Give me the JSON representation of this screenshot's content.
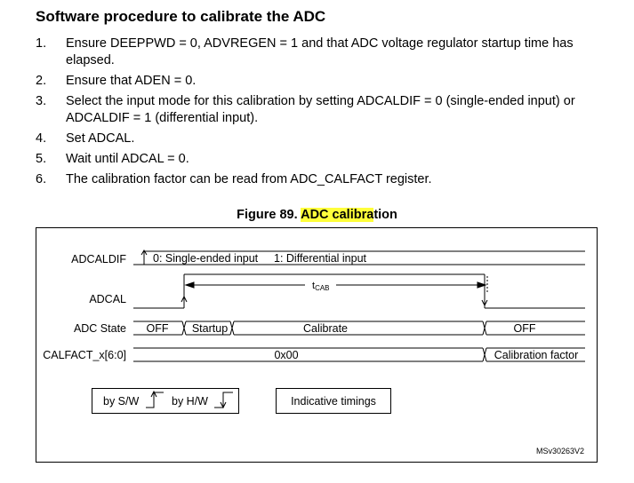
{
  "section_title": "Software procedure to calibrate the ADC",
  "steps": [
    {
      "num": "1.",
      "text": "Ensure DEEPPWD = 0, ADVREGEN = 1 and that ADC voltage regulator startup time has elapsed."
    },
    {
      "num": "2.",
      "text": "Ensure that ADEN = 0."
    },
    {
      "num": "3.",
      "text": "Select the input mode for this calibration by setting ADCALDIF = 0 (single-ended input) or ADCALDIF = 1 (differential input)."
    },
    {
      "num": "4.",
      "text": "Set ADCAL."
    },
    {
      "num": "5.",
      "text": "Wait until ADCAL = 0."
    },
    {
      "num": "6.",
      "text": "The calibration factor can be read from ADC_CALFACT register."
    }
  ],
  "figure": {
    "label": "Figure 89.",
    "title_highlighted": "ADC calibra",
    "title_rest": "tion",
    "highlight_color": "#ffff3b",
    "signals": {
      "adcaldif": "ADCALDIF",
      "adcal": "ADCAL",
      "adc_state": "ADC State",
      "calfact": "CALFACT_x[6:0]"
    },
    "adcaldif_values": {
      "single": "0: Single-ended input",
      "diff": "1: Differential input"
    },
    "tcab": {
      "t": "t",
      "sub": "CAB"
    },
    "states": {
      "off": "OFF",
      "startup": "Startup",
      "calibrate": "Calibrate",
      "off_end": "OFF"
    },
    "calfact_values": {
      "initial": "0x00",
      "final": "Calibration factor"
    },
    "legend": {
      "by_sw": "by S/W",
      "by_hw": "by H/W",
      "indicative": "Indicative timings"
    },
    "ref": "MSv30263V2"
  }
}
